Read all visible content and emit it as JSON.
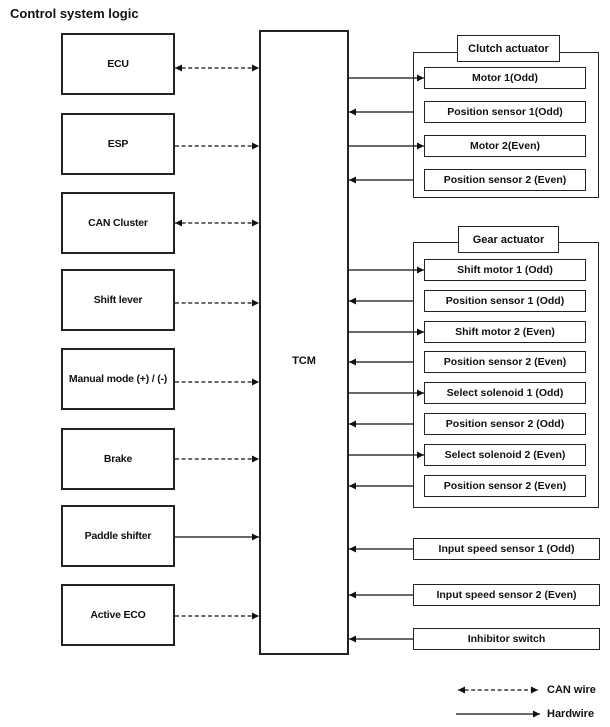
{
  "title": "Control system logic",
  "tcm": {
    "label": "TCM"
  },
  "left_sources": [
    {
      "label": "ECU",
      "wire": "CAN wire",
      "direction": "bidirectional"
    },
    {
      "label": "ESP",
      "wire": "CAN wire",
      "direction": "to TCM"
    },
    {
      "label": "CAN Cluster",
      "wire": "CAN wire",
      "direction": "bidirectional"
    },
    {
      "label": "Shift lever",
      "wire": "CAN wire",
      "direction": "to TCM"
    },
    {
      "label": "Manual mode (+) / (-)",
      "wire": "CAN wire",
      "direction": "to TCM"
    },
    {
      "label": "Brake",
      "wire": "CAN wire",
      "direction": "to TCM"
    },
    {
      "label": "Paddle shifter",
      "wire": "Hardwire",
      "direction": "to TCM"
    },
    {
      "label": "Active ECO",
      "wire": "CAN wire",
      "direction": "to TCM"
    }
  ],
  "clutch_actuator": {
    "title": "Clutch actuator",
    "items": [
      {
        "label": "Motor 1(Odd)",
        "wire": "Hardwire",
        "direction": "from TCM"
      },
      {
        "label": "Position sensor 1(Odd)",
        "wire": "Hardwire",
        "direction": "to TCM"
      },
      {
        "label": "Motor 2(Even)",
        "wire": "Hardwire",
        "direction": "from TCM"
      },
      {
        "label": "Position sensor 2 (Even)",
        "wire": "Hardwire",
        "direction": "to TCM"
      }
    ]
  },
  "gear_actuator": {
    "title": "Gear actuator",
    "items": [
      {
        "label": "Shift motor 1 (Odd)",
        "wire": "Hardwire",
        "direction": "from TCM"
      },
      {
        "label": "Position sensor 1 (Odd)",
        "wire": "Hardwire",
        "direction": "to TCM"
      },
      {
        "label": "Shift motor 2 (Even)",
        "wire": "Hardwire",
        "direction": "from TCM"
      },
      {
        "label": "Position sensor 2 (Even)",
        "wire": "Hardwire",
        "direction": "to TCM"
      },
      {
        "label": "Select solenoid 1 (Odd)",
        "wire": "Hardwire",
        "direction": "from TCM"
      },
      {
        "label": "Position sensor 2 (Odd)",
        "wire": "Hardwire",
        "direction": "to TCM"
      },
      {
        "label": "Select solenoid 2 (Even)",
        "wire": "Hardwire",
        "direction": "from TCM"
      },
      {
        "label": "Position sensor 2 (Even)",
        "wire": "Hardwire",
        "direction": "to TCM"
      }
    ]
  },
  "standalone_inputs": [
    {
      "label": "Input speed sensor 1 (Odd)",
      "wire": "Hardwire",
      "direction": "to TCM"
    },
    {
      "label": "Input speed sensor 2 (Even)",
      "wire": "Hardwire",
      "direction": "to TCM"
    },
    {
      "label": "Inhibitor switch",
      "wire": "Hardwire",
      "direction": "to TCM"
    }
  ],
  "legend": [
    {
      "label": "CAN wire",
      "line_style": "dashed double-headed arrow"
    },
    {
      "label": "Hardwire",
      "line_style": "solid single-headed arrow"
    }
  ],
  "colors": {
    "line": "#111111",
    "border": "#222222",
    "background": "#ffffff"
  }
}
